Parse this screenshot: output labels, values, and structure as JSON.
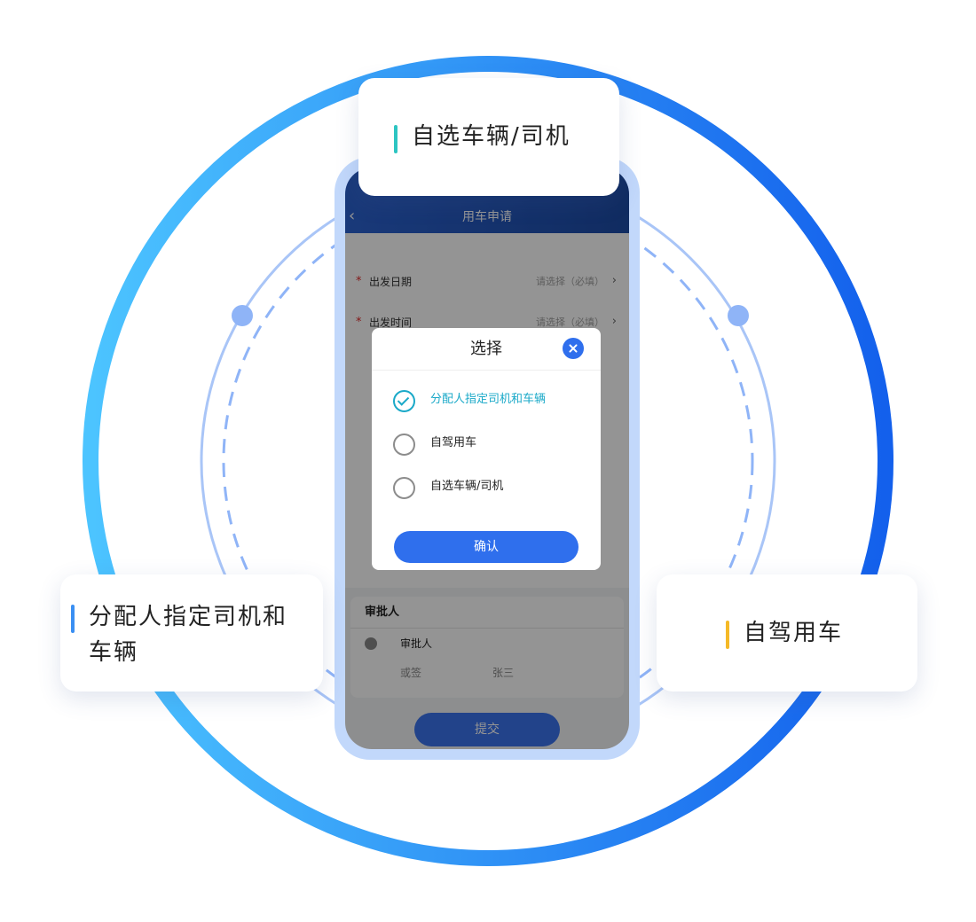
{
  "app": {
    "title": "用车申请",
    "back_icon": "chevron-left-icon"
  },
  "form": {
    "rows": [
      {
        "required": true,
        "label": "出发日期",
        "hint": "请选择（必填）"
      },
      {
        "required": true,
        "label": "出发时间",
        "hint": "请选择（必填）"
      }
    ],
    "required_mark": "*",
    "chevron": "›"
  },
  "approval": {
    "title": "审批人",
    "approver_label": "审批人",
    "mode": "或签",
    "person": "张三"
  },
  "submit_label": "提交",
  "modal": {
    "title": "选择",
    "options": [
      {
        "label": "分配人指定司机和车辆",
        "selected": true
      },
      {
        "label": "自驾用车",
        "selected": false
      },
      {
        "label": "自选车辆/司机",
        "selected": false
      }
    ],
    "confirm_label": "确认"
  },
  "callouts": {
    "top": "自选车辆/司机",
    "left": "分配人指定司机和车辆",
    "right": "自驾用车"
  },
  "colors": {
    "accent_blue": "#2f6fed",
    "selected_teal": "#1aa9c8",
    "callout_top_bar": "#2dc5c2",
    "callout_left_bar": "#3a8ff2",
    "callout_right_bar": "#f5b927"
  }
}
